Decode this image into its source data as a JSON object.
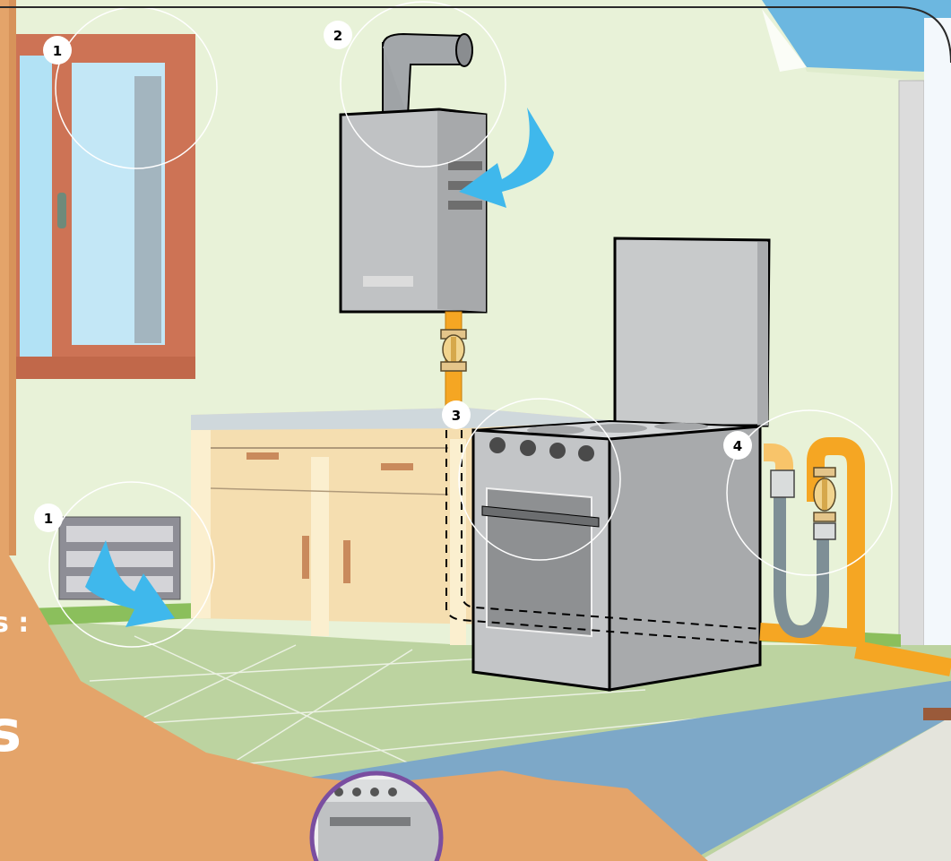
{
  "callouts": [
    {
      "number": "1",
      "subject": "window"
    },
    {
      "number": "2",
      "subject": "water-heater-flue"
    },
    {
      "number": "3",
      "subject": "stove-controls"
    },
    {
      "number": "1",
      "subject": "wall-vent"
    },
    {
      "number": "4",
      "subject": "gas-hose-and-valve"
    }
  ],
  "partial_text": {
    "line1": "s :",
    "line2": "s"
  },
  "colors": {
    "wall": "#e8f2d8",
    "floor": "#bcd3a0",
    "gas_pipe": "#f5a623",
    "airflow_arrow": "#3fb8ec",
    "appliance": "#b8babb",
    "window_frame": "#cd7355",
    "cabinet": "#f5deb0",
    "tan_panel": "#e4a46a",
    "blue_floor": "#7da8c8",
    "sky": "#6cb7e0",
    "hose": "#7e8f96",
    "thumbnail_ring": "#7a4ea0"
  }
}
